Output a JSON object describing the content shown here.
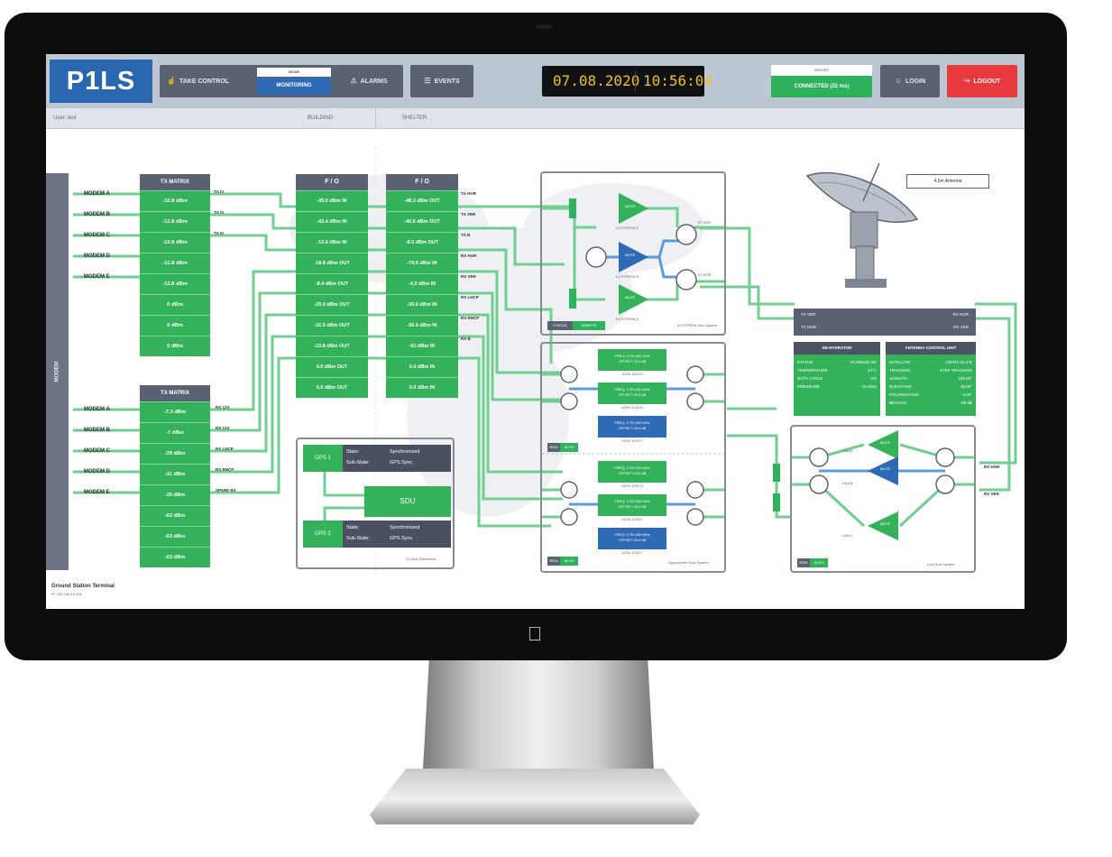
{
  "header": {
    "logo": "P1LS",
    "take_control": {
      "icon": "hand-icon",
      "label": "TAKE CONTROL",
      "mode_label": "MODE",
      "mode_value": "MONITORING"
    },
    "alarms": {
      "icon": "bell-icon",
      "label": "ALARMS"
    },
    "events": {
      "icon": "list-icon",
      "label": "EVENTS"
    },
    "clock": {
      "date": "07.08.2020",
      "time": "10:56:04"
    },
    "server": {
      "label": "SERVER",
      "status": "CONNECTED (22 ms)"
    },
    "login": {
      "icon": "user-icon",
      "label": "LOGIN"
    },
    "logout": {
      "icon": "exit-icon",
      "label": "LOGOUT"
    }
  },
  "subheader": {
    "user": "User: test",
    "building": "BUILDING",
    "shelter": "SHELTER"
  },
  "sidebar": {
    "label": "MODEM"
  },
  "tx_matrix": {
    "title": "TX MATRIX",
    "modems": [
      "MODEM A",
      "MODEM B",
      "MODEM C",
      "MODEM D",
      "MODEM E"
    ],
    "values": [
      "-12.8 dBm",
      "-12.8 dBm",
      "-12.8 dBm",
      "-12.8 dBm",
      "-12.8 dBm",
      "0 dBm",
      "0 dBm",
      "0 dBm"
    ],
    "outputs": [
      "TX IV",
      "TX IV",
      "TX III"
    ]
  },
  "rx_matrix": {
    "title": "TX MATRIX",
    "modems": [
      "MODEM A",
      "MODEM B",
      "MODEM C",
      "MODEM D",
      "MODEM E"
    ],
    "values": [
      "-7.3 dBm",
      "-7 dBm",
      "-29 dBm",
      "-31 dBm",
      "-25 dBm",
      "-63 dBm",
      "-63 dBm",
      "-63 dBm"
    ],
    "outputs": [
      "RX 12V",
      "RX 12V",
      "RX LHCP",
      "RX RHCP",
      "SPARE RX"
    ]
  },
  "fo1": {
    "title": "F / O",
    "values": [
      "-45.0 dBm IN",
      "-42.4 dBm IN",
      "-12.0 dBm IN",
      "-18.8 dBm OUT",
      "-8.4 dBm OUT",
      "-29.0 dBm OUT",
      "-31.5 dBm OUT",
      "-23.8 dBm OUT",
      "0.0 dBm OUT",
      "0.0 dBm OUT"
    ]
  },
  "fo2": {
    "title": "F / O",
    "values": [
      "-48.3 dBm OUT",
      "-40.6 dBm OUT",
      "-8.5 dBm OUT",
      "-79.0 dBm IN",
      "-4.3 dBm IN",
      "-30.0 dBm IN",
      "-36.0 dBm IN",
      "-62 dBm IN",
      "0.0 dBm IN",
      "0.0 dBm IN"
    ],
    "outputs": [
      "TX HOR",
      "TX VER",
      "TX B",
      "RX HOR",
      "RX VER",
      "RX LHCP",
      "RX RHCP",
      "RX B"
    ]
  },
  "lna_system": {
    "amps": [
      "MUTE",
      "MUTE",
      "MUTE"
    ],
    "amp_labels": [
      "KLYSTRON A",
      "KLYSTRON B",
      "KLYSTRON C"
    ],
    "status_label": "STATUS",
    "status_value": "REMOTE",
    "name": "KLYSTRON Sub-System",
    "out_labels": [
      "TO VER",
      "TO HOR"
    ]
  },
  "upconverter": {
    "boxes_top": [
      {
        "line1": "FREQ: 1730.000 MHz",
        "line2": "OFFSET 20.0 dB",
        "caption": "U/DN 1020 A"
      },
      {
        "line1": "FREQ: 1730.000 MHz",
        "line2": "OFFSET 20.0 dB",
        "caption": "U/DN 1020 B"
      },
      {
        "line1": "FREQ: 1730.000 MHz",
        "line2": "OFFSET 20.0 dB",
        "caption": "U/DN 1020 C"
      }
    ],
    "boxes_bottom": [
      {
        "line1": "FREQ: 1730.000 MHz",
        "line2": "OFFSET 20.0 dB",
        "caption": "U/DN 1020 D"
      },
      {
        "line1": "FREQ: 1730.000 MHz",
        "line2": "OFFSET 20.0 dB",
        "caption": "U/DN 1020 E"
      },
      {
        "line1": "FREQ: 1730.000 MHz",
        "line2": "OFFSET 20.0 dB",
        "caption": "U/DN 1020 F"
      }
    ],
    "status_top": [
      "REM",
      "AUTO"
    ],
    "status_bottom": [
      "REM",
      "AUTO"
    ],
    "name": "Upconverter Sub-System"
  },
  "antenna": {
    "callout": "4.5m Antenna",
    "ports": [
      {
        "left": "TX VER",
        "right": "RX HOR"
      },
      {
        "left": "TX HOR",
        "right": "RX VER"
      }
    ]
  },
  "de_hydrator": {
    "title": "DE-HYDRATOR",
    "rows": [
      {
        "k": "STATUS",
        "v": "RUNNING OK"
      },
      {
        "k": "TEMPERATURE",
        "v": "24°C"
      },
      {
        "k": "DUTY CYCLE",
        "v": "5%"
      },
      {
        "k": "PRESSURE",
        "v": "10 mbar"
      }
    ]
  },
  "acu": {
    "title": "ANTENNA CONTROL UNIT",
    "rows": [
      {
        "k": "SATELLITE",
        "v": "ASTRA 19.2°E"
      },
      {
        "k": "TRACKING",
        "v": "STEP TRACKING"
      },
      {
        "k": "AZIMUTH",
        "v": "180.00°"
      },
      {
        "k": "ELEVATION",
        "v": "35.00°"
      },
      {
        "k": "POLARIZATION",
        "v": "0.00°"
      },
      {
        "k": "BEACON",
        "v": "-65 dB"
      }
    ]
  },
  "lna_right": {
    "amps": [
      "MUTE",
      "MUTE",
      "MUTE"
    ],
    "amp_labels": [
      "LNA A",
      "LNA B",
      "LNA C"
    ],
    "status": [
      "REM",
      "AUTO"
    ],
    "name": "LNA Sub-System",
    "out_labels": [
      "RX HOR",
      "RX VER"
    ]
  },
  "gps": {
    "units": [
      {
        "tag": "GPS 1",
        "state_label": "State:",
        "state": "Synchronized",
        "sub_label": "Sub-State:",
        "sub": "GPS Sync"
      },
      {
        "tag": "GPS 2",
        "state_label": "State:",
        "state": "Synchronized",
        "sub_label": "Sub-State:",
        "sub": "GPS Sync"
      }
    ],
    "sdu": "SDU",
    "name": "10 MHz Reference"
  },
  "footer": {
    "title": "Ground Station Terminal",
    "subtitle": "IP: 192.168.10.100"
  },
  "colors": {
    "accent_green": "#34b25a",
    "accent_blue": "#2e6ab5",
    "logout_red": "#e63a3f",
    "clock_yellow": "#f1c11c"
  }
}
